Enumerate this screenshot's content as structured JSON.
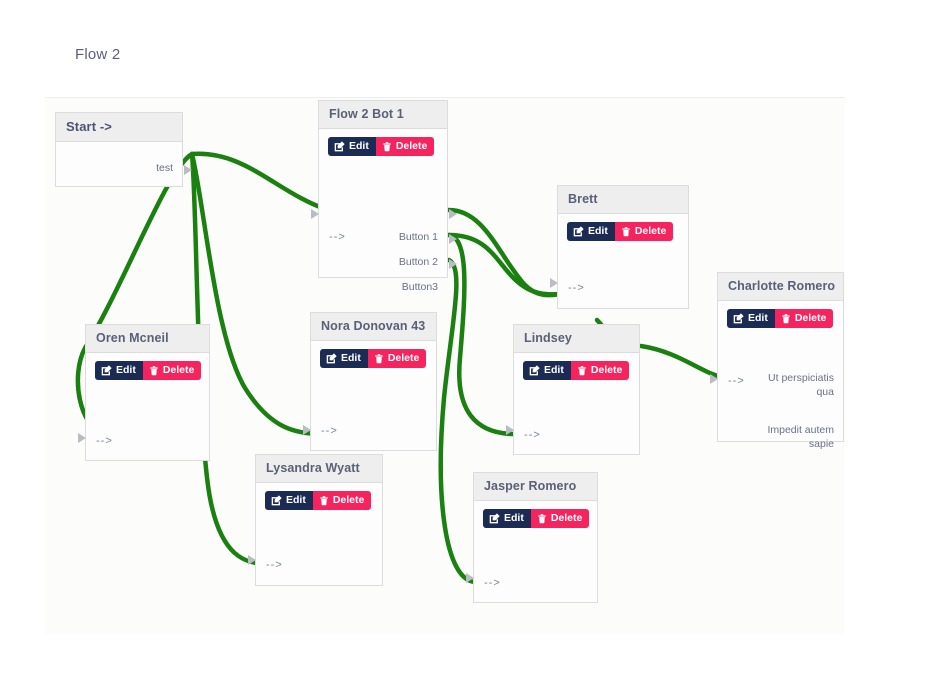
{
  "header": {
    "title": "Flow 2"
  },
  "canvas": {
    "background_color": "#fcfcfb",
    "edge_color": "#1a8010"
  },
  "theme": {
    "edit_button_color": "#1b2b54",
    "delete_button_color": "#f5245f",
    "node_header_color": "#eeeeee",
    "node_border_color": "#dcdcdc",
    "title_color": "#5b5f7b"
  },
  "labels": {
    "edit": "Edit",
    "delete": "Delete",
    "in_port": "-->"
  },
  "nodes": [
    {
      "id": "start",
      "title": "Start ->",
      "has_actions": false,
      "out_ports": [
        "test"
      ],
      "in_ports": []
    },
    {
      "id": "flow2bot1",
      "title": "Flow 2 Bot 1",
      "has_actions": true,
      "in_ports": [
        "-->"
      ],
      "out_ports": [
        "Button 1",
        "Button 2",
        "Button3"
      ]
    },
    {
      "id": "oren",
      "title": "Oren Mcneil",
      "has_actions": true,
      "in_ports": [
        "-->"
      ],
      "out_ports": []
    },
    {
      "id": "nora",
      "title": "Nora Donovan 43",
      "has_actions": true,
      "in_ports": [
        "-->"
      ],
      "out_ports": []
    },
    {
      "id": "lysandra",
      "title": "Lysandra Wyatt",
      "has_actions": true,
      "in_ports": [
        "-->"
      ],
      "out_ports": []
    },
    {
      "id": "brett",
      "title": "Brett",
      "has_actions": true,
      "in_ports": [
        "-->"
      ],
      "out_ports": []
    },
    {
      "id": "lindsey",
      "title": "Lindsey",
      "has_actions": true,
      "in_ports": [
        "-->"
      ],
      "out_ports": []
    },
    {
      "id": "jasper",
      "title": "Jasper Romero",
      "has_actions": true,
      "in_ports": [
        "-->"
      ],
      "out_ports": []
    },
    {
      "id": "charlotte",
      "title": "Charlotte Romero",
      "has_actions": true,
      "in_ports": [
        "-->"
      ],
      "out_ports": [
        "Ut perspiciatis qua",
        "Impedit autem sapie"
      ]
    }
  ],
  "edges": [
    {
      "from": "start.test",
      "to": "flow2bot1.in"
    },
    {
      "from": "start.test",
      "to": "oren.in"
    },
    {
      "from": "start.test",
      "to": "lysandra.in"
    },
    {
      "from": "start.test",
      "to": "nora.in"
    },
    {
      "from": "flow2bot1.Button 1",
      "to": "brett.in"
    },
    {
      "from": "flow2bot1.Button 2",
      "to": "brett.in"
    },
    {
      "from": "flow2bot1.Button 2",
      "to": "lindsey.in"
    },
    {
      "from": "flow2bot1.Button3",
      "to": "jasper.in"
    },
    {
      "from": "brett.out",
      "to": "lindsey.in"
    },
    {
      "from": "lindsey.out",
      "to": "charlotte.in"
    }
  ]
}
